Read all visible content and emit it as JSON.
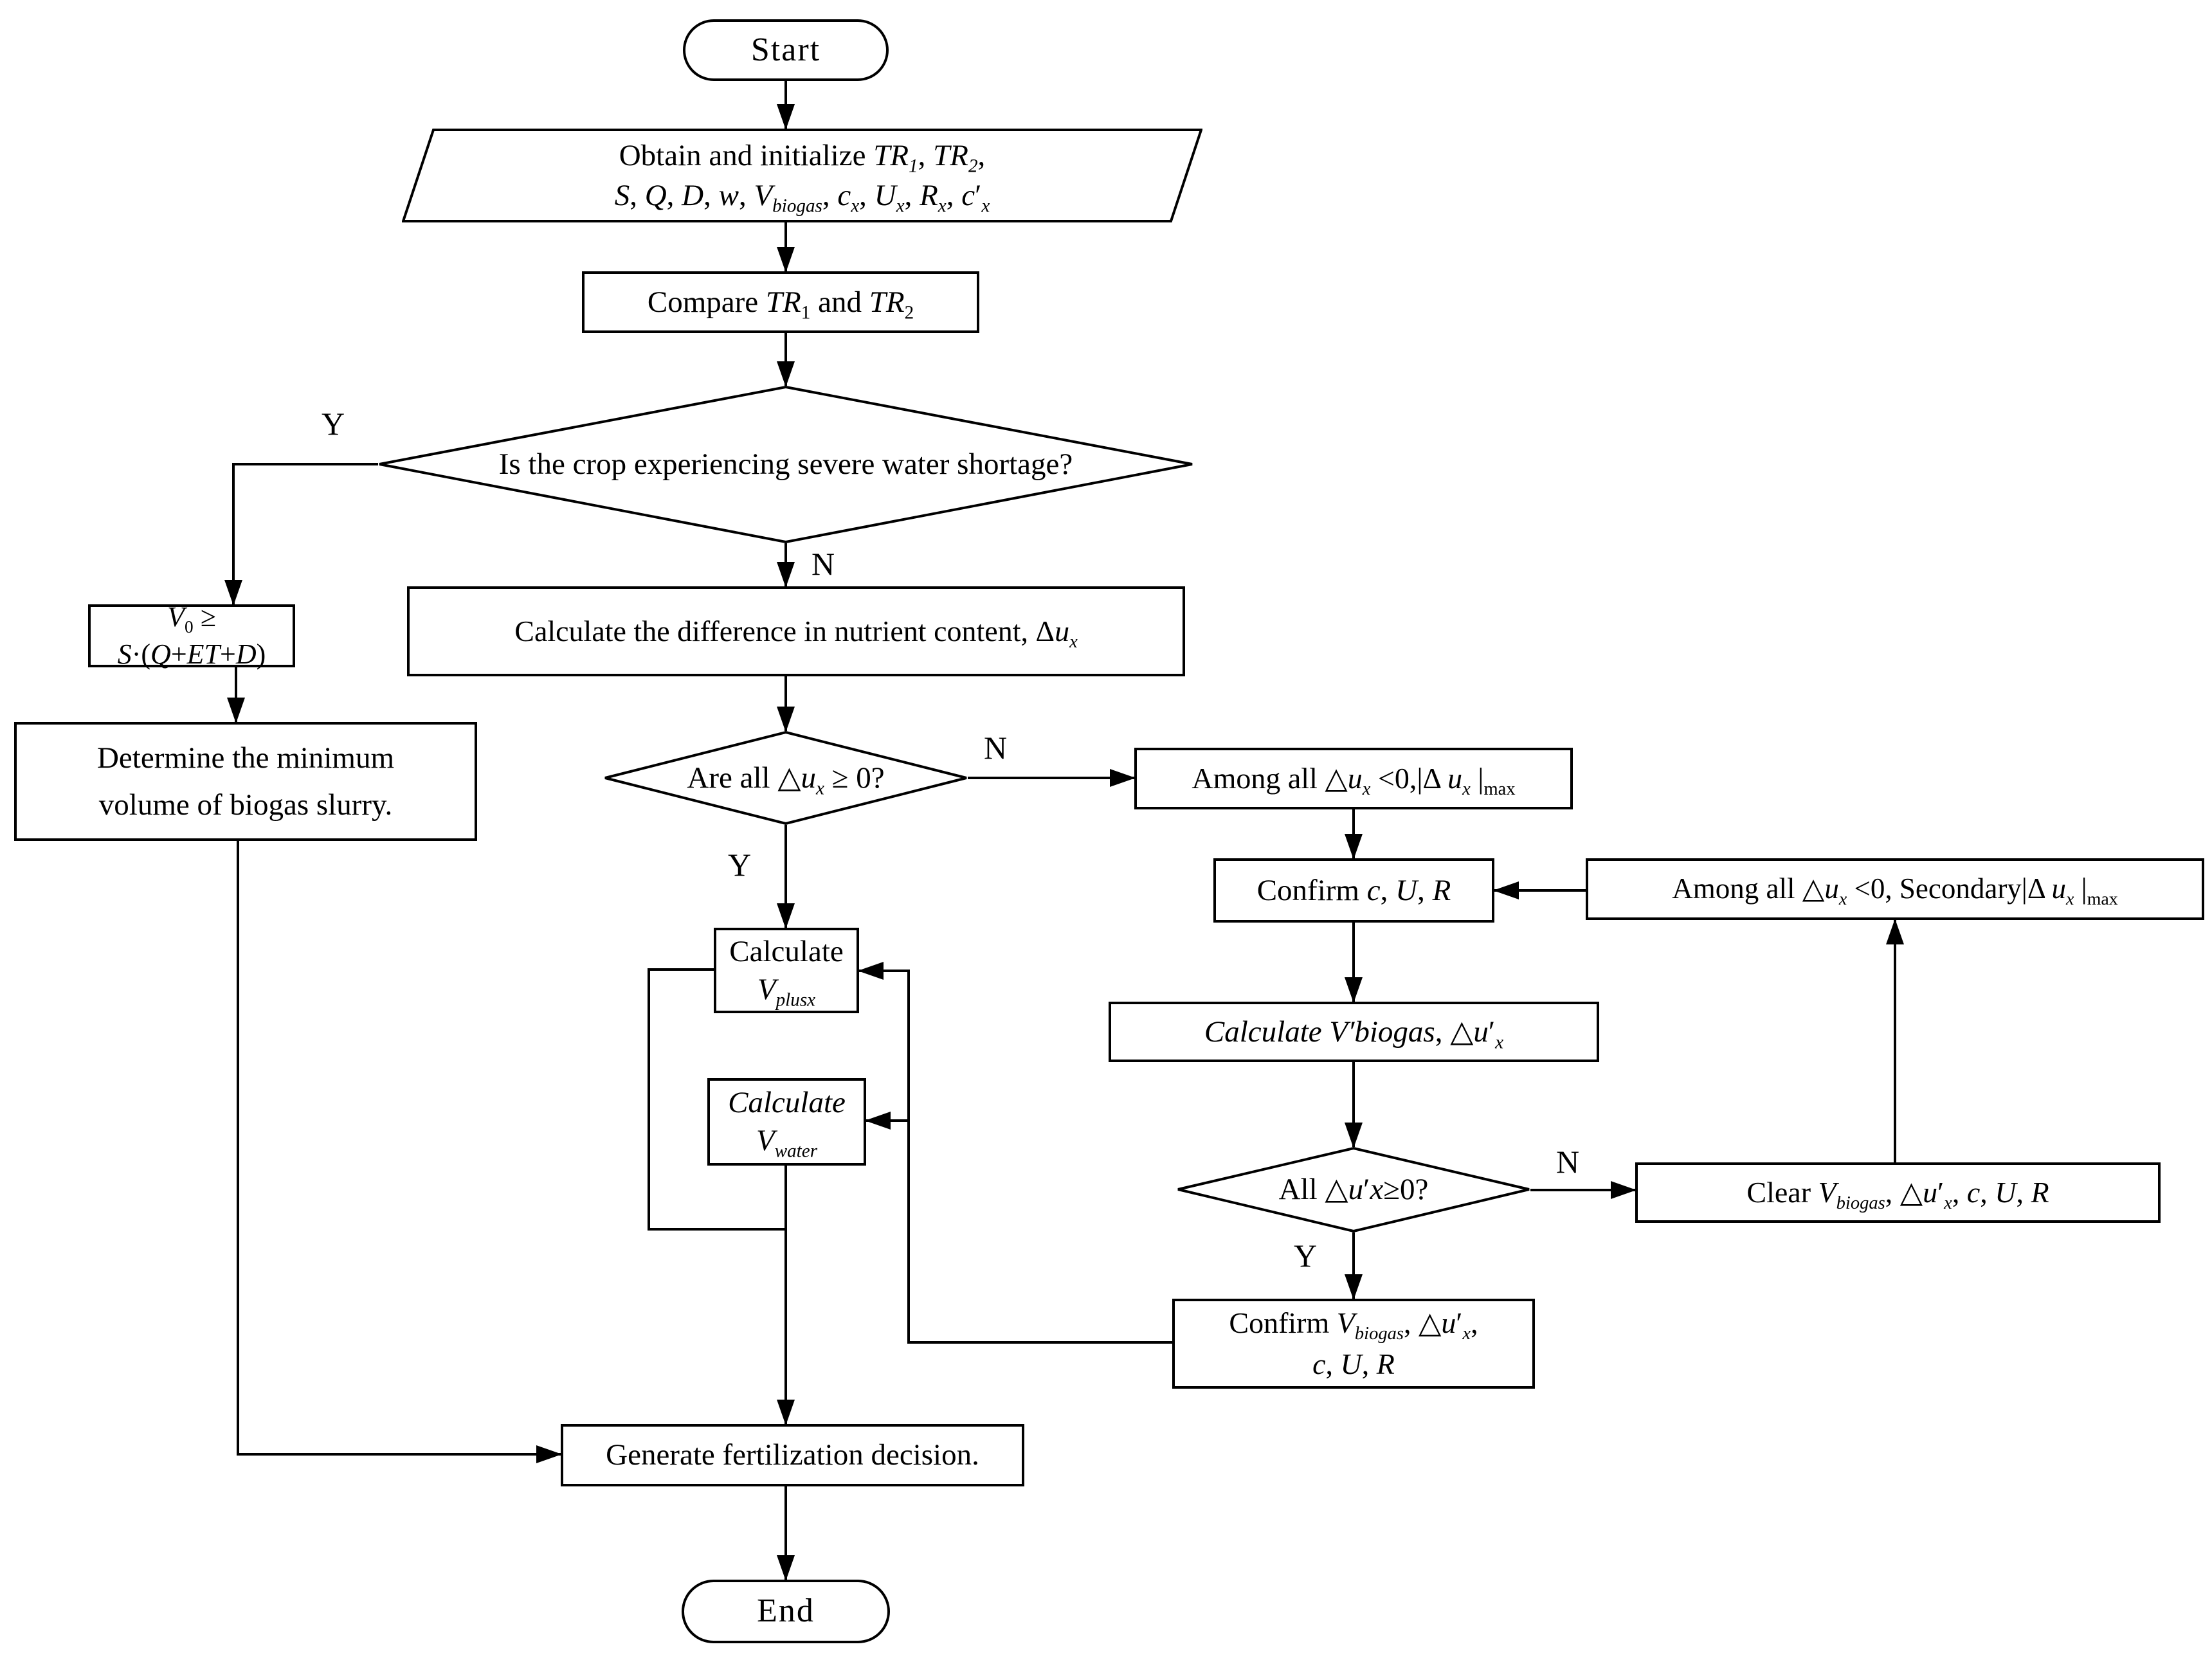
{
  "diagram": {
    "nodes": {
      "start": {
        "label": "Start"
      },
      "init": {
        "line1": "Obtain and initialize <i>TR</i><sub><i>1</i></sub>, <i>TR</i><sub><i>2</i></sub>,",
        "line2": "<i>S</i>, <i>Q</i>, <i>D</i>, <i>w</i>, <i>V</i><sub><i>biogas</i></sub>, <i>c</i><sub><i>x</i></sub>, <i>U</i><sub><i>x</i></sub>, <i>R</i><sub><i>x</i></sub>, <i>c</i>&#8242;<sub><i>x</i></sub>"
      },
      "compare": {
        "label": "Compare <i>TR</i><sub>1</sub> and <i>TR</i><sub>2</sub>"
      },
      "decision_water": {
        "label": "Is the crop experiencing severe water shortage?"
      },
      "v0_formula": {
        "label": "<i>V</i><sub>0</sub> &#8805; <i>S</i>&#183;(<i>Q</i>+<i>ET</i>+<i>D</i>)"
      },
      "determine_min": {
        "line1": "Determine the minimum",
        "line2": "volume of biogas slurry."
      },
      "calc_diff": {
        "label": "Calculate the difference in nutrient content, &#916;<i>u</i><sub><i>x</i></sub>"
      },
      "decision_all_ux": {
        "label": "Are all &#9651;<i>u</i><sub><i>x</i></sub> &#8805; 0?"
      },
      "among_max": {
        "label": "Among all &#9651;<i>u</i><sub><i>x</i></sub> &lt;0,|&#916; <i>u</i><sub><i>x</i></sub> |<sub>max</sub>"
      },
      "confirm_cur": {
        "label": "Confirm <i>c</i>, <i>U</i>, <i>R</i>"
      },
      "secondary_max": {
        "label": "Among all &#9651;<i>u</i><sub><i>x</i></sub> &lt;0,  Secondary|&#916; <i>u</i><sub><i>x</i></sub> |<sub>max</sub>"
      },
      "calc_vbiogas": {
        "label": "<i>Calculate V&#8242;biogas</i>, &#9651;<i>u</i>&#8242;<sub><i>x</i></sub>"
      },
      "decision_all_uxp": {
        "label": "All &#9651;<i>u</i>&#8242;<i>x</i>&#8805;0?"
      },
      "clear_vars": {
        "label": "Clear <i>V</i><sub><i>biogas</i></sub>, &#9651;<i>u</i>&#8242;<sub><i>x</i></sub>, <i>c</i>, <i>U</i>, <i>R</i>"
      },
      "confirm_v": {
        "line1": "Confirm <i>V</i><sub><i>biogas</i></sub>, &#9651;<i>u</i>&#8242;<sub><i>x</i></sub>,",
        "line2": "<i>c</i>, <i>U</i>, <i>R</i>"
      },
      "calc_vplusx": {
        "line1": "Calculate",
        "line2": "<i>V</i><sub><i>plusx</i></sub>"
      },
      "calc_vwater": {
        "line1": "<i>Calculate</i>",
        "line2": "<i>V</i><sub><i>water</i></sub>"
      },
      "generate": {
        "label": "Generate fertilization decision."
      },
      "end": {
        "label": "End"
      }
    },
    "edge_labels": {
      "d1_yes": "Y",
      "d1_no": "N",
      "d2_yes": "Y",
      "d2_no": "N",
      "d3_yes": "Y",
      "d3_no": "N"
    }
  }
}
